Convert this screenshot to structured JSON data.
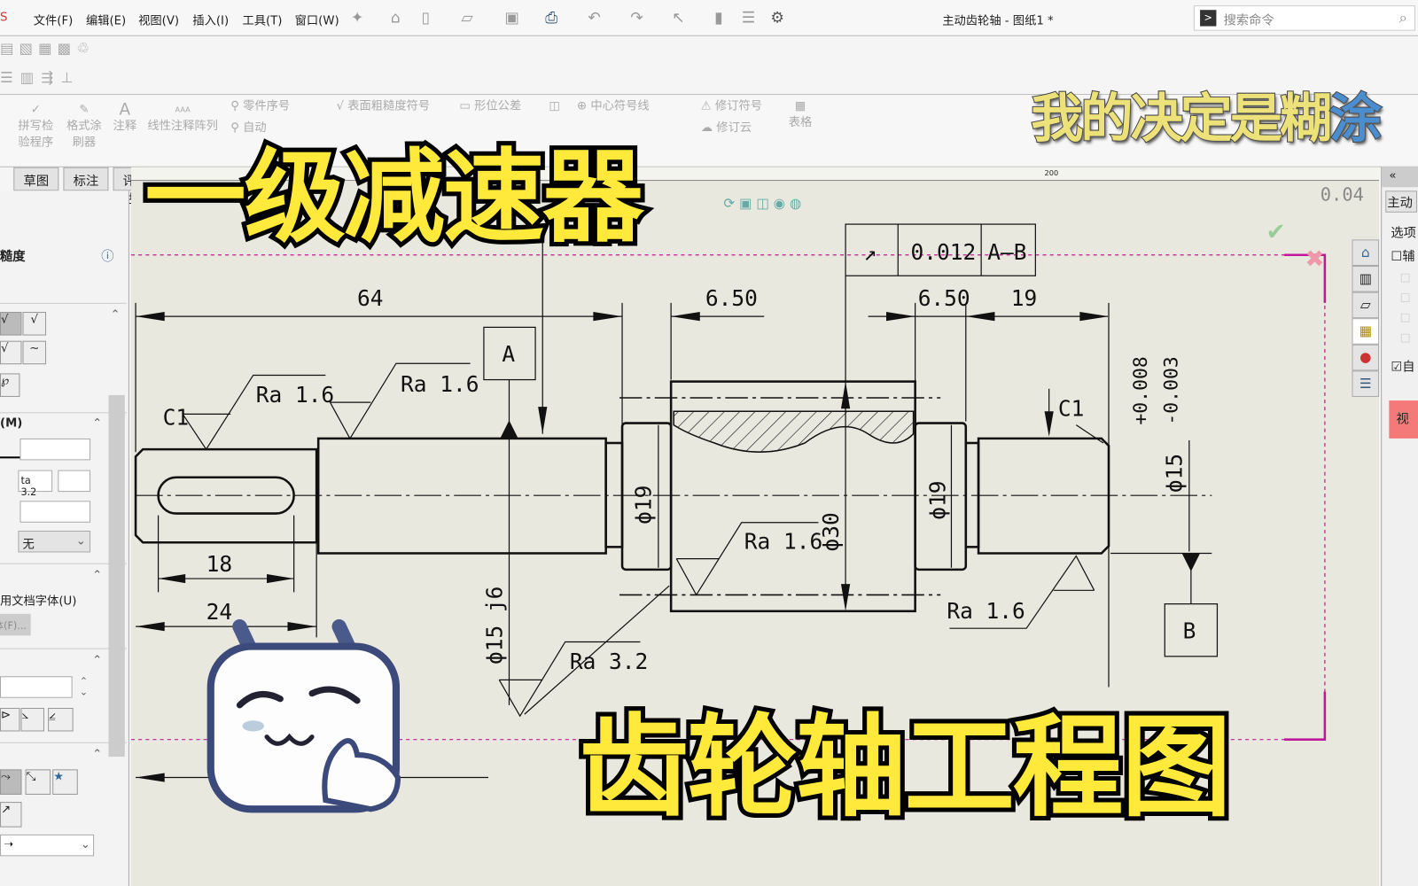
{
  "menubar": {
    "items": [
      "文件(F)",
      "编辑(E)",
      "视图(V)",
      "插入(I)",
      "工具(T)",
      "窗口(W)"
    ],
    "doc_title": "主动齿轮轴 - 图纸1 *",
    "search_placeholder": "搜索命令"
  },
  "ribbon": {
    "items": [
      "拼写检验程序",
      "格式涂刷器",
      "注释",
      "线性注释阵列",
      "零件序号",
      "自动",
      "表面粗糙度符号",
      "形位公差",
      "中心符号线",
      "修订符号",
      "修订云",
      "表格"
    ],
    "spell": [
      "拼写检",
      "验程序"
    ],
    "painter": [
      "格式涂",
      "刷器"
    ]
  },
  "tabs": [
    "草图",
    "标注",
    "评估"
  ],
  "left_panel": {
    "title": "粗糙度",
    "section_m": "(M)",
    "symbol_text": "ta 3.2",
    "select_value": "无",
    "font_option": "用文档字体(U)",
    "font_button": "字体(F)..."
  },
  "right_panel": {
    "title": "主动",
    "options": "选项",
    "check1": "辅",
    "check2": "自",
    "button": "视"
  },
  "ruler": {
    "label": "200"
  },
  "drawing": {
    "dims": {
      "d64": "64",
      "d650a": "6.50",
      "d650b": "6.50",
      "d19": "19",
      "d18": "18",
      "d24": "24",
      "phi19a": "ϕ19",
      "phi30": "ϕ30",
      "phi19b": "ϕ19",
      "phi15": "ϕ15",
      "phi15j6": "ϕ15 j6",
      "tol_plus": "+0.008",
      "tol_minus": "-0.003"
    },
    "gtol": {
      "symbol": "↗",
      "value": "0.012",
      "datum": "A—B"
    },
    "datums": {
      "a": "A",
      "b": "B"
    },
    "roughness": [
      "Ra 1.6",
      "Ra 1.6",
      "Ra 1.6",
      "Ra 1.6",
      "Ra 3.2"
    ],
    "chamfers": [
      "C1",
      "C1"
    ],
    "corner_text": "0.04"
  },
  "overlay": {
    "title1": "一级减速器",
    "title2": "齿轮轴工程图",
    "slogan_main": "我的决定是糊",
    "slogan_last": "涂"
  },
  "colors": {
    "sheet_border": "#c0189c",
    "drawing_bg": "#e8e8de",
    "title_yellow": "#ffe93a"
  }
}
